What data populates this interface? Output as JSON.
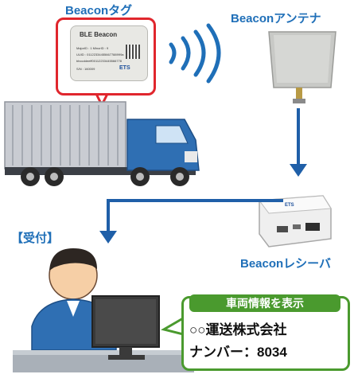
{
  "labels": {
    "beacon_tag": "Beaconタグ",
    "antenna": "Beaconアンテナ",
    "receiver": "Beaconレシーバ",
    "reception": "【受付】"
  },
  "tag": {
    "title": "BLE Beacon",
    "line1": "MajorID : 1    MinorID : 9",
    "line2": "UUID : 01122334455667788999a",
    "line3": "bbccddeeff00112233445566778",
    "line4": "S/N : 160009",
    "logo": "ETS"
  },
  "receiver_logo": "ETS",
  "bubble": {
    "header": "車両情報を表示",
    "line1": "○○運送株式会社",
    "line2": "ナンバー：8034"
  },
  "colors": {
    "label_blue": "#1f6fb8",
    "callout_red": "#e0262d",
    "bubble_green": "#4a9a2e",
    "arrow_blue": "#1f5fa8"
  }
}
